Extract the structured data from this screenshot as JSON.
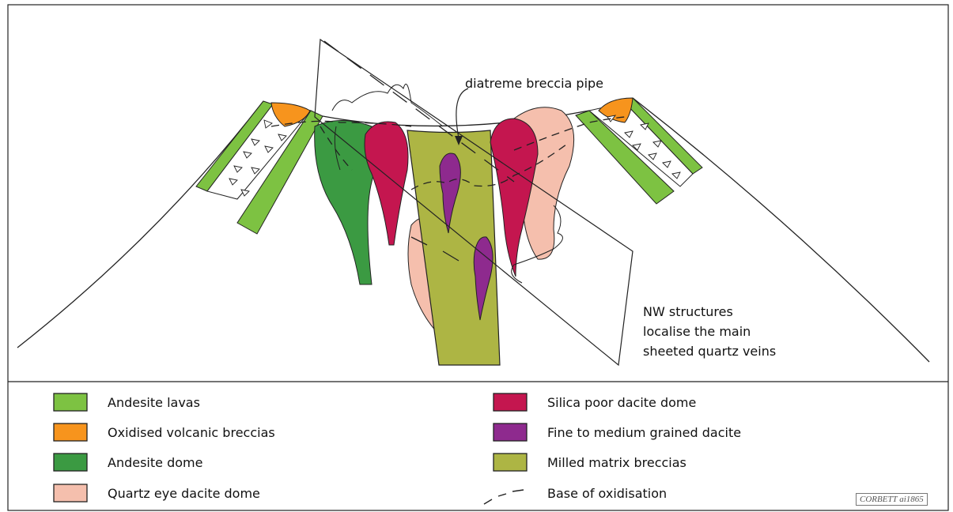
{
  "annotations": {
    "pipe_label": "diatreme breccia pipe",
    "nw_line1": "NW structures",
    "nw_line2": "localise the main",
    "nw_line3": "sheeted quartz veins"
  },
  "legend": [
    {
      "label": "Andesite lavas",
      "color": "#7dc242"
    },
    {
      "label": "Oxidised volcanic breccias",
      "color": "#f7941d"
    },
    {
      "label": "Andesite dome",
      "color": "#3b9a42"
    },
    {
      "label": "Quartz eye dacite dome",
      "color": "#f5bfad"
    },
    {
      "label": "Silica poor dacite dome",
      "color": "#c4164f"
    },
    {
      "label": "Fine to medium grained dacite",
      "color": "#8e2a8e"
    },
    {
      "label": "Milled matrix breccias",
      "color": "#adb544"
    },
    {
      "label": "Base of oxidisation",
      "color": "#111111"
    }
  ],
  "credit": "CORBETT  ai1865"
}
